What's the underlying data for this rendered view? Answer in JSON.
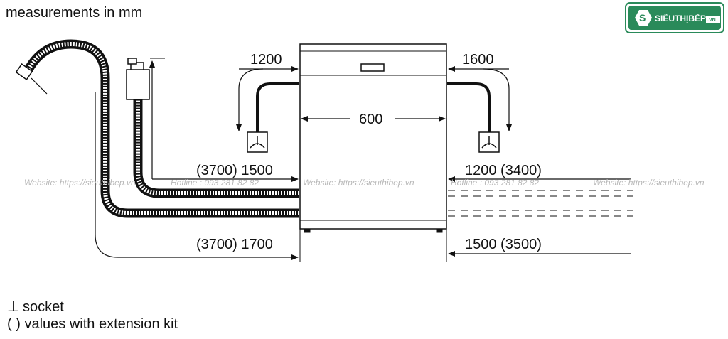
{
  "header": {
    "units_note": "measurements in mm"
  },
  "logo": {
    "brand": "SIÊUTHỊBẾP",
    "suffix": ".VN",
    "icon": "s-hexagon-icon"
  },
  "dimensions": {
    "left_top": "1200",
    "right_top": "1600",
    "width": "600",
    "left_inlet": "(3700) 1500",
    "right_inlet": "1200 (3400)",
    "left_drain": "(3700) 1700",
    "right_drain": "1500 (3500)"
  },
  "watermarks": [
    "Website: https://sieuthibep.vn",
    "Hotline : 093 281 82 82",
    "Website: https://sieuthibep.vn",
    "Hotline : 093 281 82 82",
    "Website: https://sieuthibep.vn"
  ],
  "legend": {
    "socket_symbol": "⊥",
    "socket_label": "socket",
    "ext_symbol": "( )",
    "ext_label": "values with extension kit"
  },
  "colors": {
    "line": "#111111",
    "watermark": "#b8b8b8",
    "logo_green": "#2a8a5a"
  }
}
